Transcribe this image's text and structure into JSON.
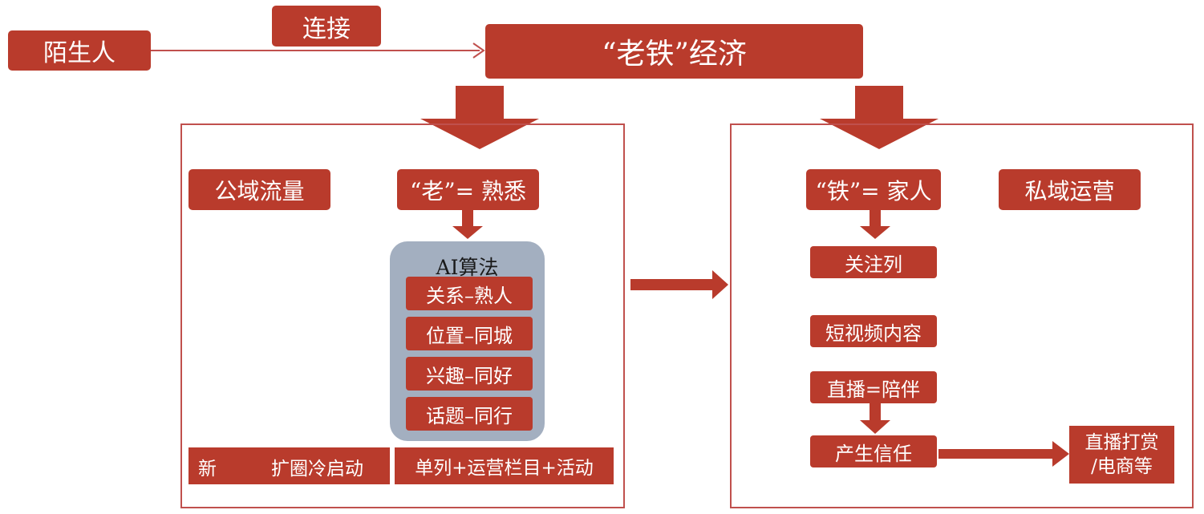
{
  "top": {
    "stranger": "陌生人",
    "connect": "连接",
    "economy": "“老铁”经济"
  },
  "left_panel": {
    "public_traffic": "公域流量",
    "lao_familiar": "“老”= 熟悉",
    "algorithm": {
      "title": "AI算法",
      "items": [
        "关系–熟人",
        "位置–同城",
        "兴趣–同好",
        "话题–同行"
      ]
    },
    "new_label": "新",
    "cold_start": "扩圈冷启动",
    "single_column": "单列+运营栏目+活动"
  },
  "right_panel": {
    "tie_family": "“铁”= 家人",
    "private_ops": "私域运营",
    "follow_column": "关注列",
    "short_video": "短视频内容",
    "live_company": "直播=陪伴",
    "trust": "产生信任",
    "monetize_line1": "直播打赏",
    "monetize_line2": "/电商等"
  },
  "colors": {
    "box": "#b93b2c",
    "panel_border": "#c0504d",
    "algo_bg": "#a3afc0",
    "line": "#c0504d"
  }
}
